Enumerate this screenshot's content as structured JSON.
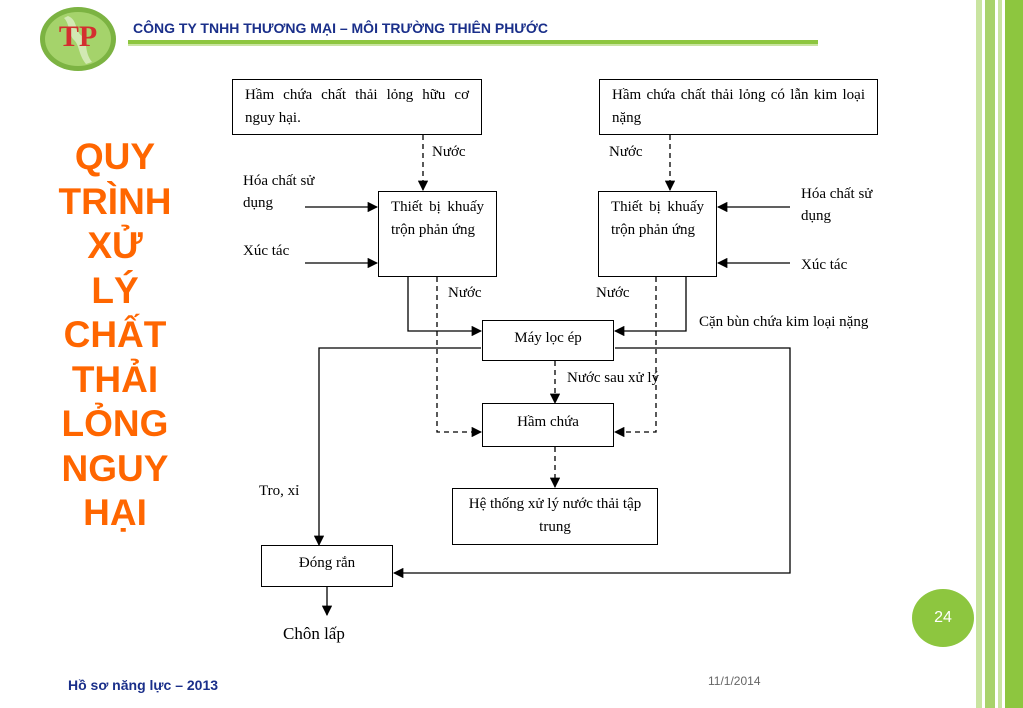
{
  "header": {
    "logo_text": "TP",
    "company": "CÔNG TY TNHH THƯƠNG MẠI – MÔI TRƯỜNG THIÊN PHƯỚC"
  },
  "side_title": [
    "QUY",
    "TRÌNH",
    "XỬ",
    "LÝ",
    "CHẤT",
    "THẢI",
    "LỎNG",
    "NGUY",
    "HẠI"
  ],
  "boxes": {
    "tank_left": "Hầm chứa chất thải lỏng hữu cơ nguy hại.",
    "tank_right": "Hầm chứa chất thải lỏng có lẫn kim loại nặng",
    "mixer_left": "Thiết bị khuấy trộn phản ứng",
    "mixer_right": "Thiết bị khuấy trộn phản ứng",
    "filter_press": "Máy lọc ép",
    "holding_tank": "Hầm chứa",
    "central_treatment": "Hệ thống xử lý nước thải tập trung",
    "solidify": "Đóng rắn"
  },
  "labels": {
    "water_1": "Nước",
    "water_2": "Nước",
    "water_3": "Nước",
    "water_4": "Nước",
    "chemicals_left": "Hóa chất sử dụng",
    "catalyst_left": "Xúc tác",
    "chemicals_right": "Hóa chất sử dụng",
    "catalyst_right": "Xúc tác",
    "sludge": "Cặn bùn chứa kim loại nặng",
    "treated_water": "Nước sau xử lý",
    "ash": "Tro, xỉ",
    "landfill": "Chôn lấp"
  },
  "footer": {
    "left": "Hồ sơ năng lực – 2013",
    "date": "11/1/2014",
    "page": "24"
  },
  "colors": {
    "accent_green": "#8dc63f",
    "title_orange": "#ff6600",
    "company_blue": "#1a2f8a"
  }
}
